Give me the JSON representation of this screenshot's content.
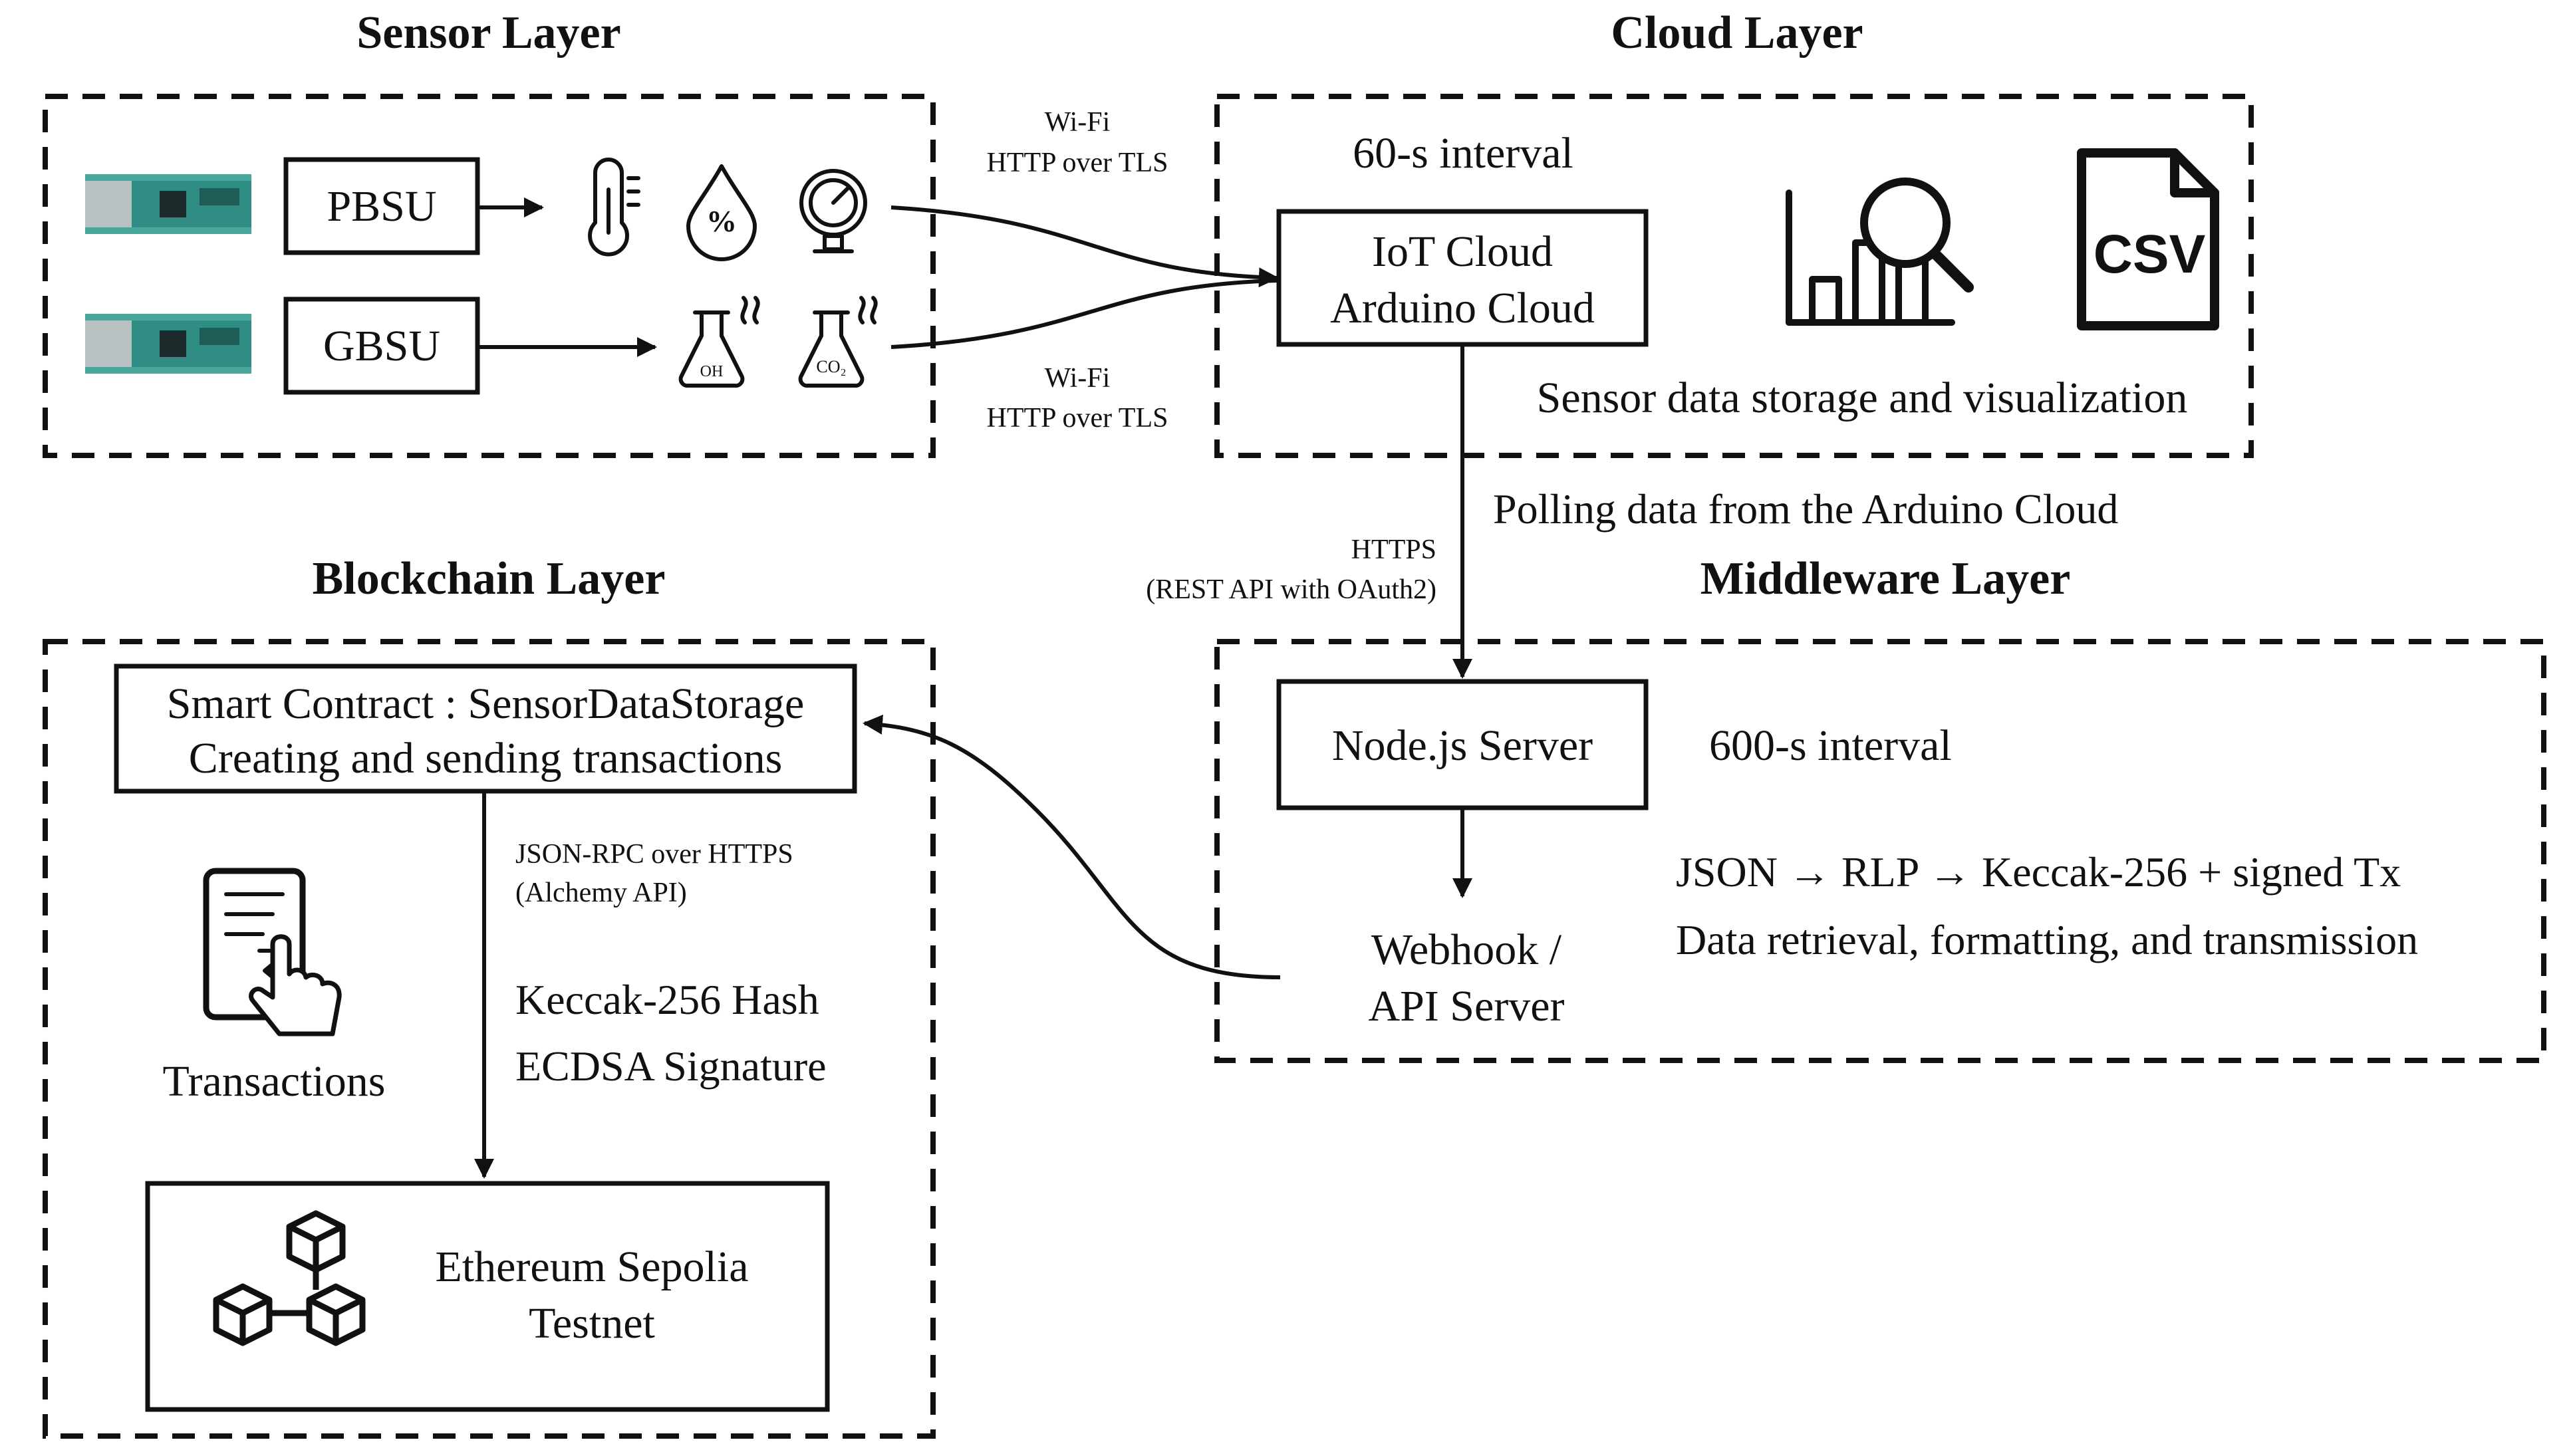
{
  "layers": {
    "sensor": "Sensor Layer",
    "cloud": "Cloud Layer",
    "blockchain": "Blockchain Layer",
    "middleware": "Middleware Layer"
  },
  "sensor": {
    "pbsu": "PBSU",
    "gbsu": "GBSU",
    "icons": [
      "arduino-board-icon",
      "thermometer-icon",
      "humidity-drop-icon",
      "pressure-gauge-icon",
      "ph-flask-icon",
      "co2-flask-icon"
    ],
    "icon_labels": {
      "percent": "%",
      "oh": "OH",
      "co2": "CO₂"
    }
  },
  "links": {
    "wifi_top_1": "Wi-Fi",
    "wifi_top_2": "HTTP over TLS",
    "wifi_bot_1": "Wi-Fi",
    "wifi_bot_2": "HTTP over TLS",
    "https_1": "HTTPS",
    "https_2": "(REST API with OAuth2)",
    "rpc_1": "JSON-RPC over HTTPS",
    "rpc_2": "(Alchemy API)"
  },
  "cloud": {
    "interval": "60-s interval",
    "iot_line1": "IoT Cloud",
    "iot_line2": "Arduino Cloud",
    "storage": "Sensor data storage and visualization",
    "polling": "Polling data from the Arduino Cloud",
    "csv": "CSV",
    "icons": [
      "chart-search-icon",
      "csv-file-icon"
    ]
  },
  "middleware": {
    "node": "Node.js Server",
    "interval": "600-s interval",
    "webhook1": "Webhook /",
    "webhook2": "API Server",
    "pipeline": "JSON → RLP → Keccak-256 + signed Tx",
    "retrieval": "Data retrieval, formatting, and transmission"
  },
  "blockchain": {
    "contract1": "Smart Contract : SensorDataStorage",
    "contract2": "Creating and sending transactions",
    "transactions": "Transactions",
    "hash": "Keccak-256 Hash",
    "signature": "ECDSA Signature",
    "eth1": "Ethereum Sepolia",
    "eth2": "Testnet",
    "icons": [
      "tablet-touch-icon",
      "blockchain-cubes-icon"
    ]
  }
}
